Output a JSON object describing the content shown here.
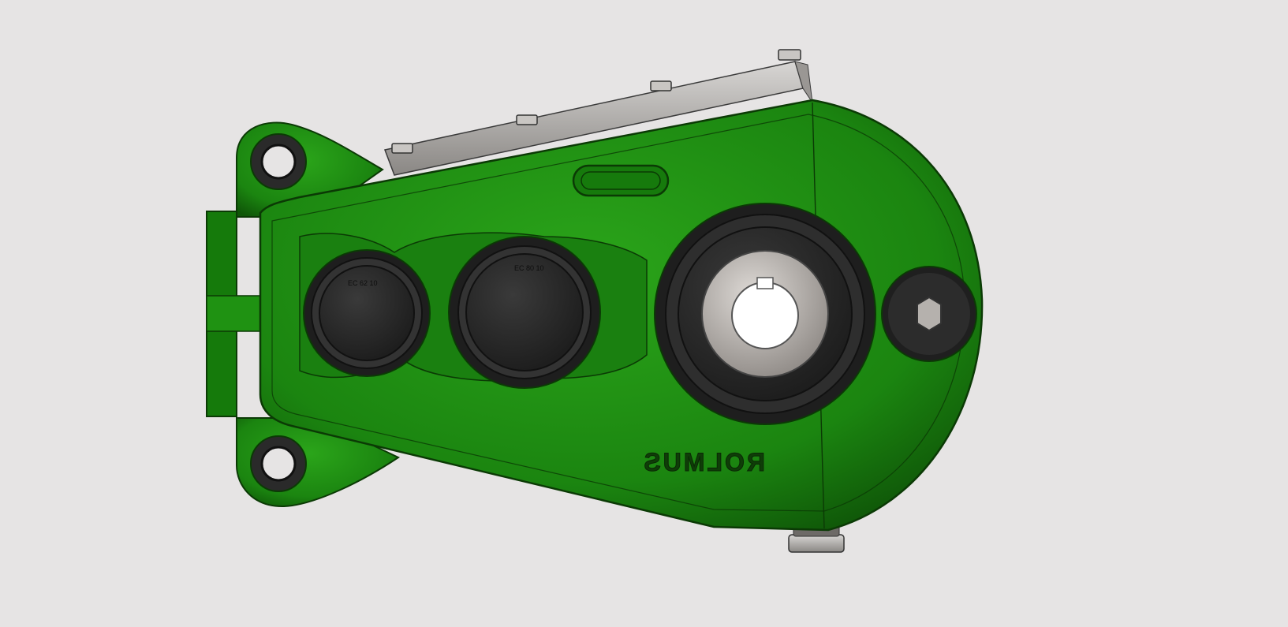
{
  "scene": {
    "brand_text": "ROLMUS",
    "seal_1_text": "EC 62 10",
    "seal_2_text": "EC 80 10",
    "background_color": "#e6e4e4",
    "housing_color": "#1d8a10",
    "housing_dark_color": "#0e4d06",
    "seal_color": "#2c2c2c",
    "hub_color": "#b8b4b0"
  }
}
